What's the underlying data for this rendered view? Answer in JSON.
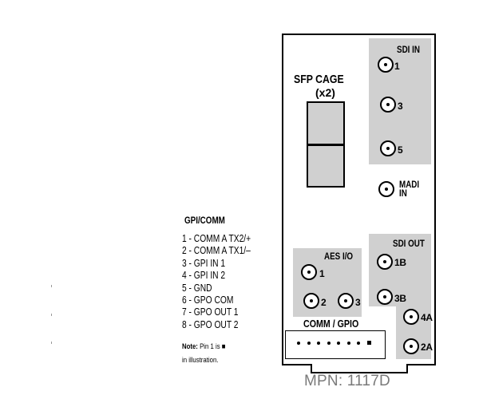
{
  "gpi": {
    "title": "GPI/COMM",
    "pins": [
      "1 - COMM A TX2/+",
      "2 - COMM A TX1/–",
      "3 - GPI IN 1",
      "4 - GPI IN 2",
      "5 - GND",
      "6 - GPO COM",
      "7 - GPO OUT 1",
      "8 - GPO OUT 2"
    ],
    "note_label": "Note:",
    "note_text": "Pin 1 is ■",
    "note_line2": "in illustration."
  },
  "panel": {
    "sfp_title": "SFP CAGE",
    "sfp_sub": "(x2)",
    "sdi_in": {
      "title": "SDI IN",
      "ports": [
        "1",
        "3",
        "5"
      ]
    },
    "madi": {
      "line1": "MADI",
      "line2": "IN"
    },
    "aes": {
      "title": "AES I/O",
      "ports": [
        "1",
        "2",
        "3"
      ]
    },
    "sdi_out": {
      "title": "SDI OUT",
      "ports": [
        "1B",
        "3B",
        "4A",
        "2A"
      ]
    },
    "comm": {
      "title": "COMM / GPIO",
      "pin_count": 8
    },
    "mpn": "MPN: 1117D"
  },
  "colors": {
    "panel_shade": "#d0d0d0",
    "panel_bg": "#ffffff",
    "mpn_text": "#7a7a7a"
  }
}
